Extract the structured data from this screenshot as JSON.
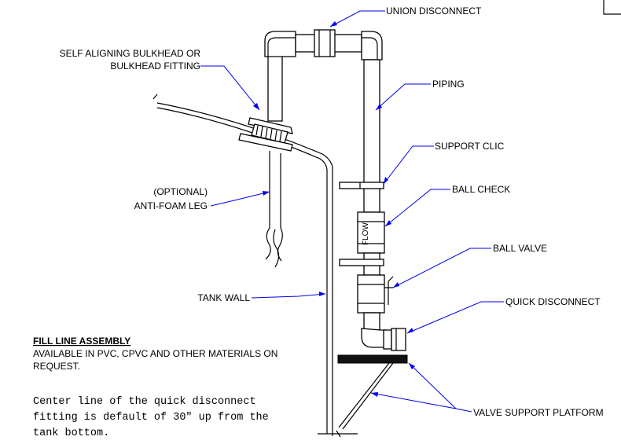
{
  "labels": {
    "union_disconnect": "UNION DISCONNECT",
    "bulkhead_line1": "SELF ALIGNING BULKHEAD OR",
    "bulkhead_line2": "BULKHEAD FITTING",
    "piping": "PIPING",
    "support_clic": "SUPPORT CLIC",
    "ball_check": "BALL CHECK",
    "optional": "(OPTIONAL)",
    "anti_foam_leg": "ANTI-FOAM LEG",
    "ball_valve": "BALL VALVE",
    "tank_wall": "TANK WALL",
    "quick_disconnect": "QUICK DISCONNECT",
    "valve_support_platform": "VALVE SUPPORT PLATFORM",
    "flow": "FLOW"
  },
  "notes": {
    "title": "FILL LINE ASSEMBLY",
    "line1": "AVAILABLE IN PVC, CPVC AND OTHER MATERIALS ON",
    "line2": "REQUEST.",
    "center_line1": "Center line of the quick disconnect",
    "center_line2": "fitting is default of 30\" up from the",
    "center_line3": "tank bottom."
  },
  "colors": {
    "leader": "#0000ee",
    "line": "#000000"
  }
}
